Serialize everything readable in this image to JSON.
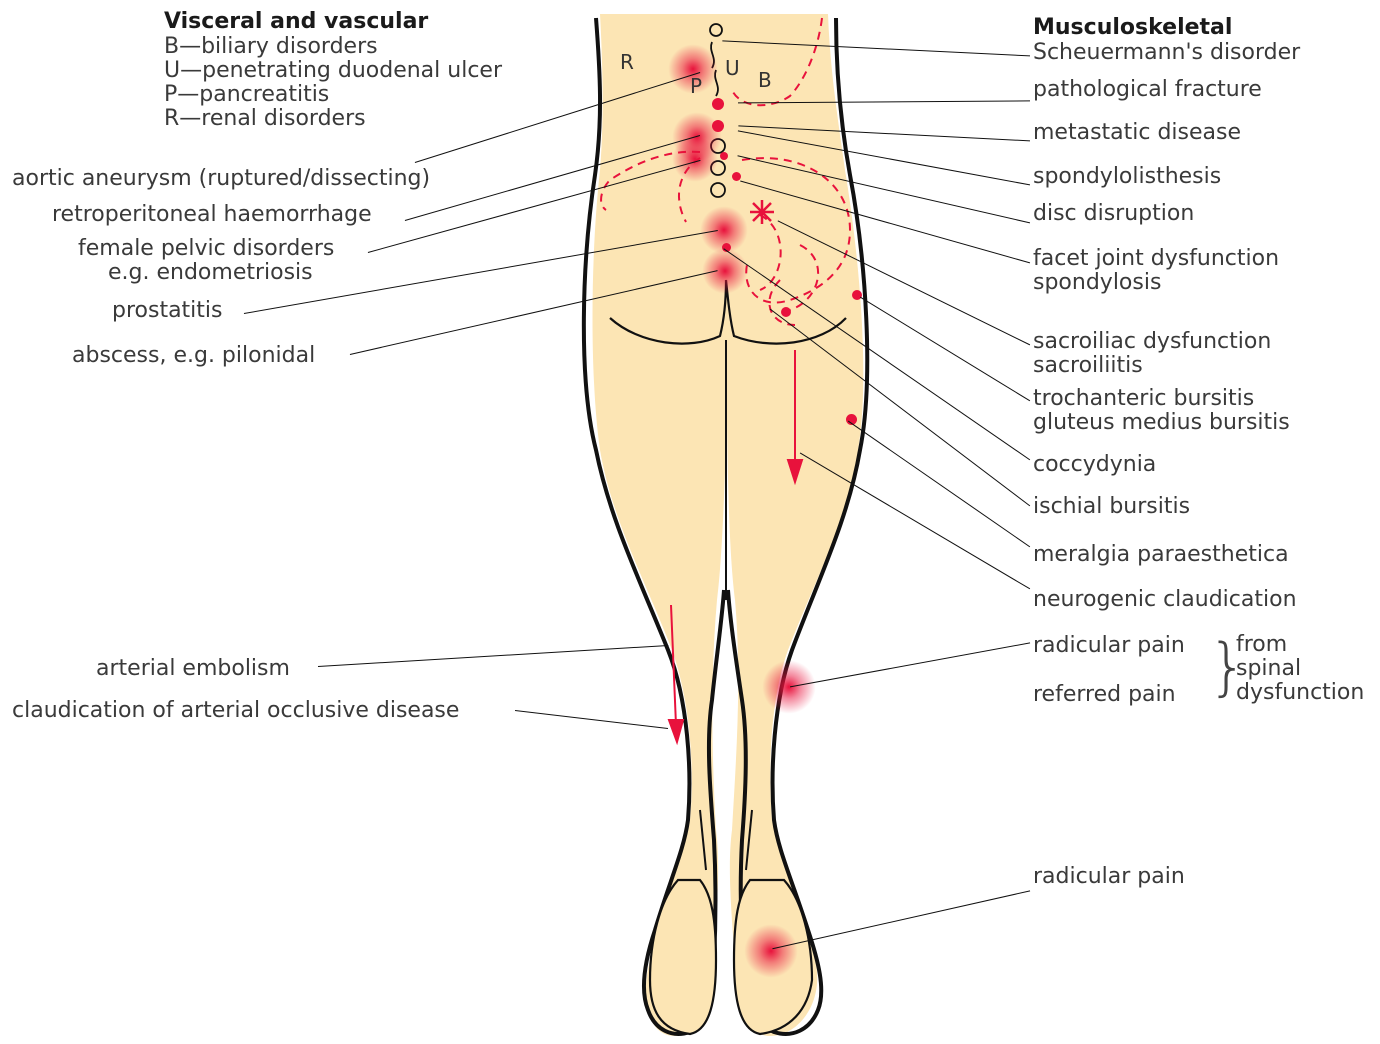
{
  "visceral": {
    "header": "Visceral and vascular",
    "items": [
      "B—biliary disorders",
      "U—penetrating duodenal ulcer",
      "P—pancreatitis",
      "R—renal disorders"
    ]
  },
  "musculoskeletal_header": "Musculoskeletal",
  "left_labels": [
    "aortic aneurysm (ruptured/dissecting)",
    "retroperitoneal haemorrhage",
    "female pelvic disorders",
    "e.g. endometriosis",
    "prostatitis",
    "abscess, e.g. pilonidal",
    "arterial embolism",
    "claudication of arterial occlusive disease"
  ],
  "right_labels": [
    "Scheuermann's disorder",
    "pathological fracture",
    "metastatic disease",
    "spondylolisthesis",
    "disc disruption",
    "facet joint dysfunction",
    "spondylosis",
    "sacroiliac dysfunction",
    "sacroiliitis",
    "trochanteric bursitis",
    "gluteus medius bursitis",
    "coccydynia",
    "ischial bursitis",
    "meralgia paraesthetica",
    "neurogenic claudication",
    "radicular pain",
    "referred pain",
    "radicular pain"
  ],
  "bracket": {
    "symbol": "}",
    "lines": [
      "from",
      "spinal",
      "dysfunction"
    ]
  },
  "body_letters": [
    "R",
    "U",
    "B",
    "P"
  ],
  "colors": {
    "skin": "#fce5b4",
    "outline": "#111111",
    "pain": "#e8123c",
    "text": "#3a3a3a"
  }
}
